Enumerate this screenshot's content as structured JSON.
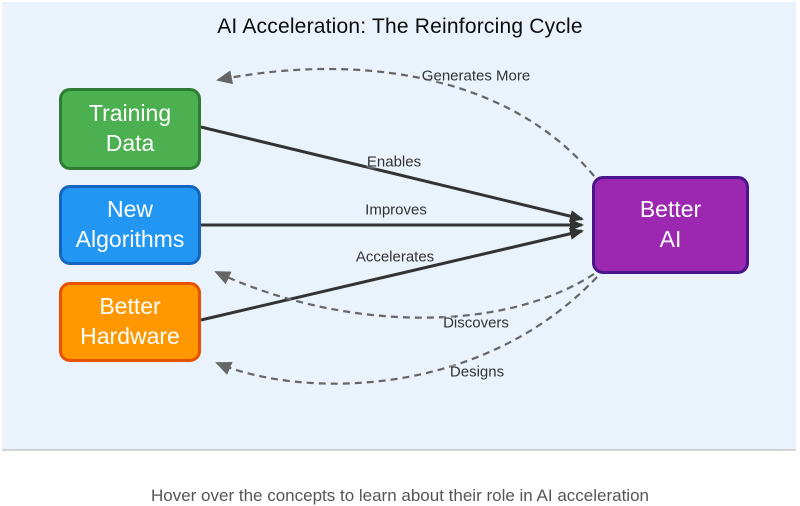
{
  "title": "AI Acceleration: The Reinforcing Cycle",
  "caption": "Hover over the concepts to learn about their role in AI acceleration",
  "nodes": {
    "training_data": {
      "label": "Training\nData",
      "fill": "#4CAF50",
      "border": "#2E7D32"
    },
    "new_algorithms": {
      "label": "New\nAlgorithms",
      "fill": "#2196F3",
      "border": "#1565C0"
    },
    "better_hardware": {
      "label": "Better\nHardware",
      "fill": "#FF9800",
      "border": "#E65100"
    },
    "better_ai": {
      "label": "Better\nAI",
      "fill": "#9C27B0",
      "border": "#4A148C"
    }
  },
  "edges": {
    "enables": {
      "label": "Enables",
      "from": "Training Data",
      "to": "Better AI",
      "style": "solid"
    },
    "improves": {
      "label": "Improves",
      "from": "New Algorithms",
      "to": "Better AI",
      "style": "solid"
    },
    "accelerates": {
      "label": "Accelerates",
      "from": "Better Hardware",
      "to": "Better AI",
      "style": "solid"
    },
    "generates_more": {
      "label": "Generates More",
      "from": "Better AI",
      "to": "Training Data",
      "style": "dashed"
    },
    "discovers": {
      "label": "Discovers",
      "from": "Better AI",
      "to": "New Algorithms",
      "style": "dashed"
    },
    "designs": {
      "label": "Designs",
      "from": "Better AI",
      "to": "Better Hardware",
      "style": "dashed"
    }
  },
  "colors": {
    "panel_background": "#EAF2FB",
    "panel_border_bottom": "#D3D3D3",
    "solid_edge": "#333333",
    "dashed_edge": "#666666",
    "edge_label_text": "#333333",
    "node_text": "#FFFFFF",
    "title_text": "#0D0D0D",
    "caption_text": "#555555"
  }
}
